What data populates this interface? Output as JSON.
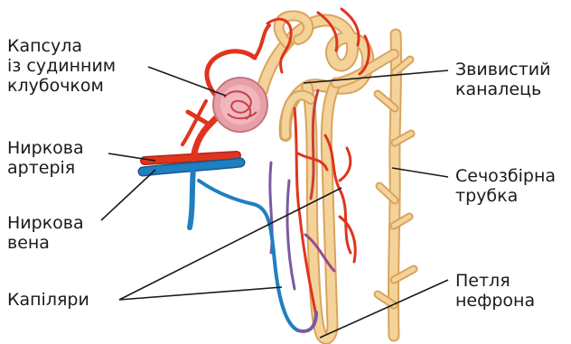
{
  "labels": {
    "capsule": [
      "Капсула",
      "із  судинним",
      "клубочком"
    ],
    "artery": [
      "Ниркова",
      "артерія"
    ],
    "vein": [
      "Ниркова",
      "вена"
    ],
    "capillaries": [
      "Капіляри"
    ],
    "tubule": [
      "Звивистий",
      "каналець"
    ],
    "collecting_duct": [
      "Сечозбірна",
      "трубка"
    ],
    "loop": [
      "Петля",
      "нефрона"
    ]
  },
  "colors": {
    "artery": "#e0341f",
    "vein": "#1f7fc0",
    "tubule": "#f2c98a",
    "tubule_edge": "#d9a45c",
    "capsule": "#e8a0a8",
    "leader": "#1a1a1a"
  }
}
